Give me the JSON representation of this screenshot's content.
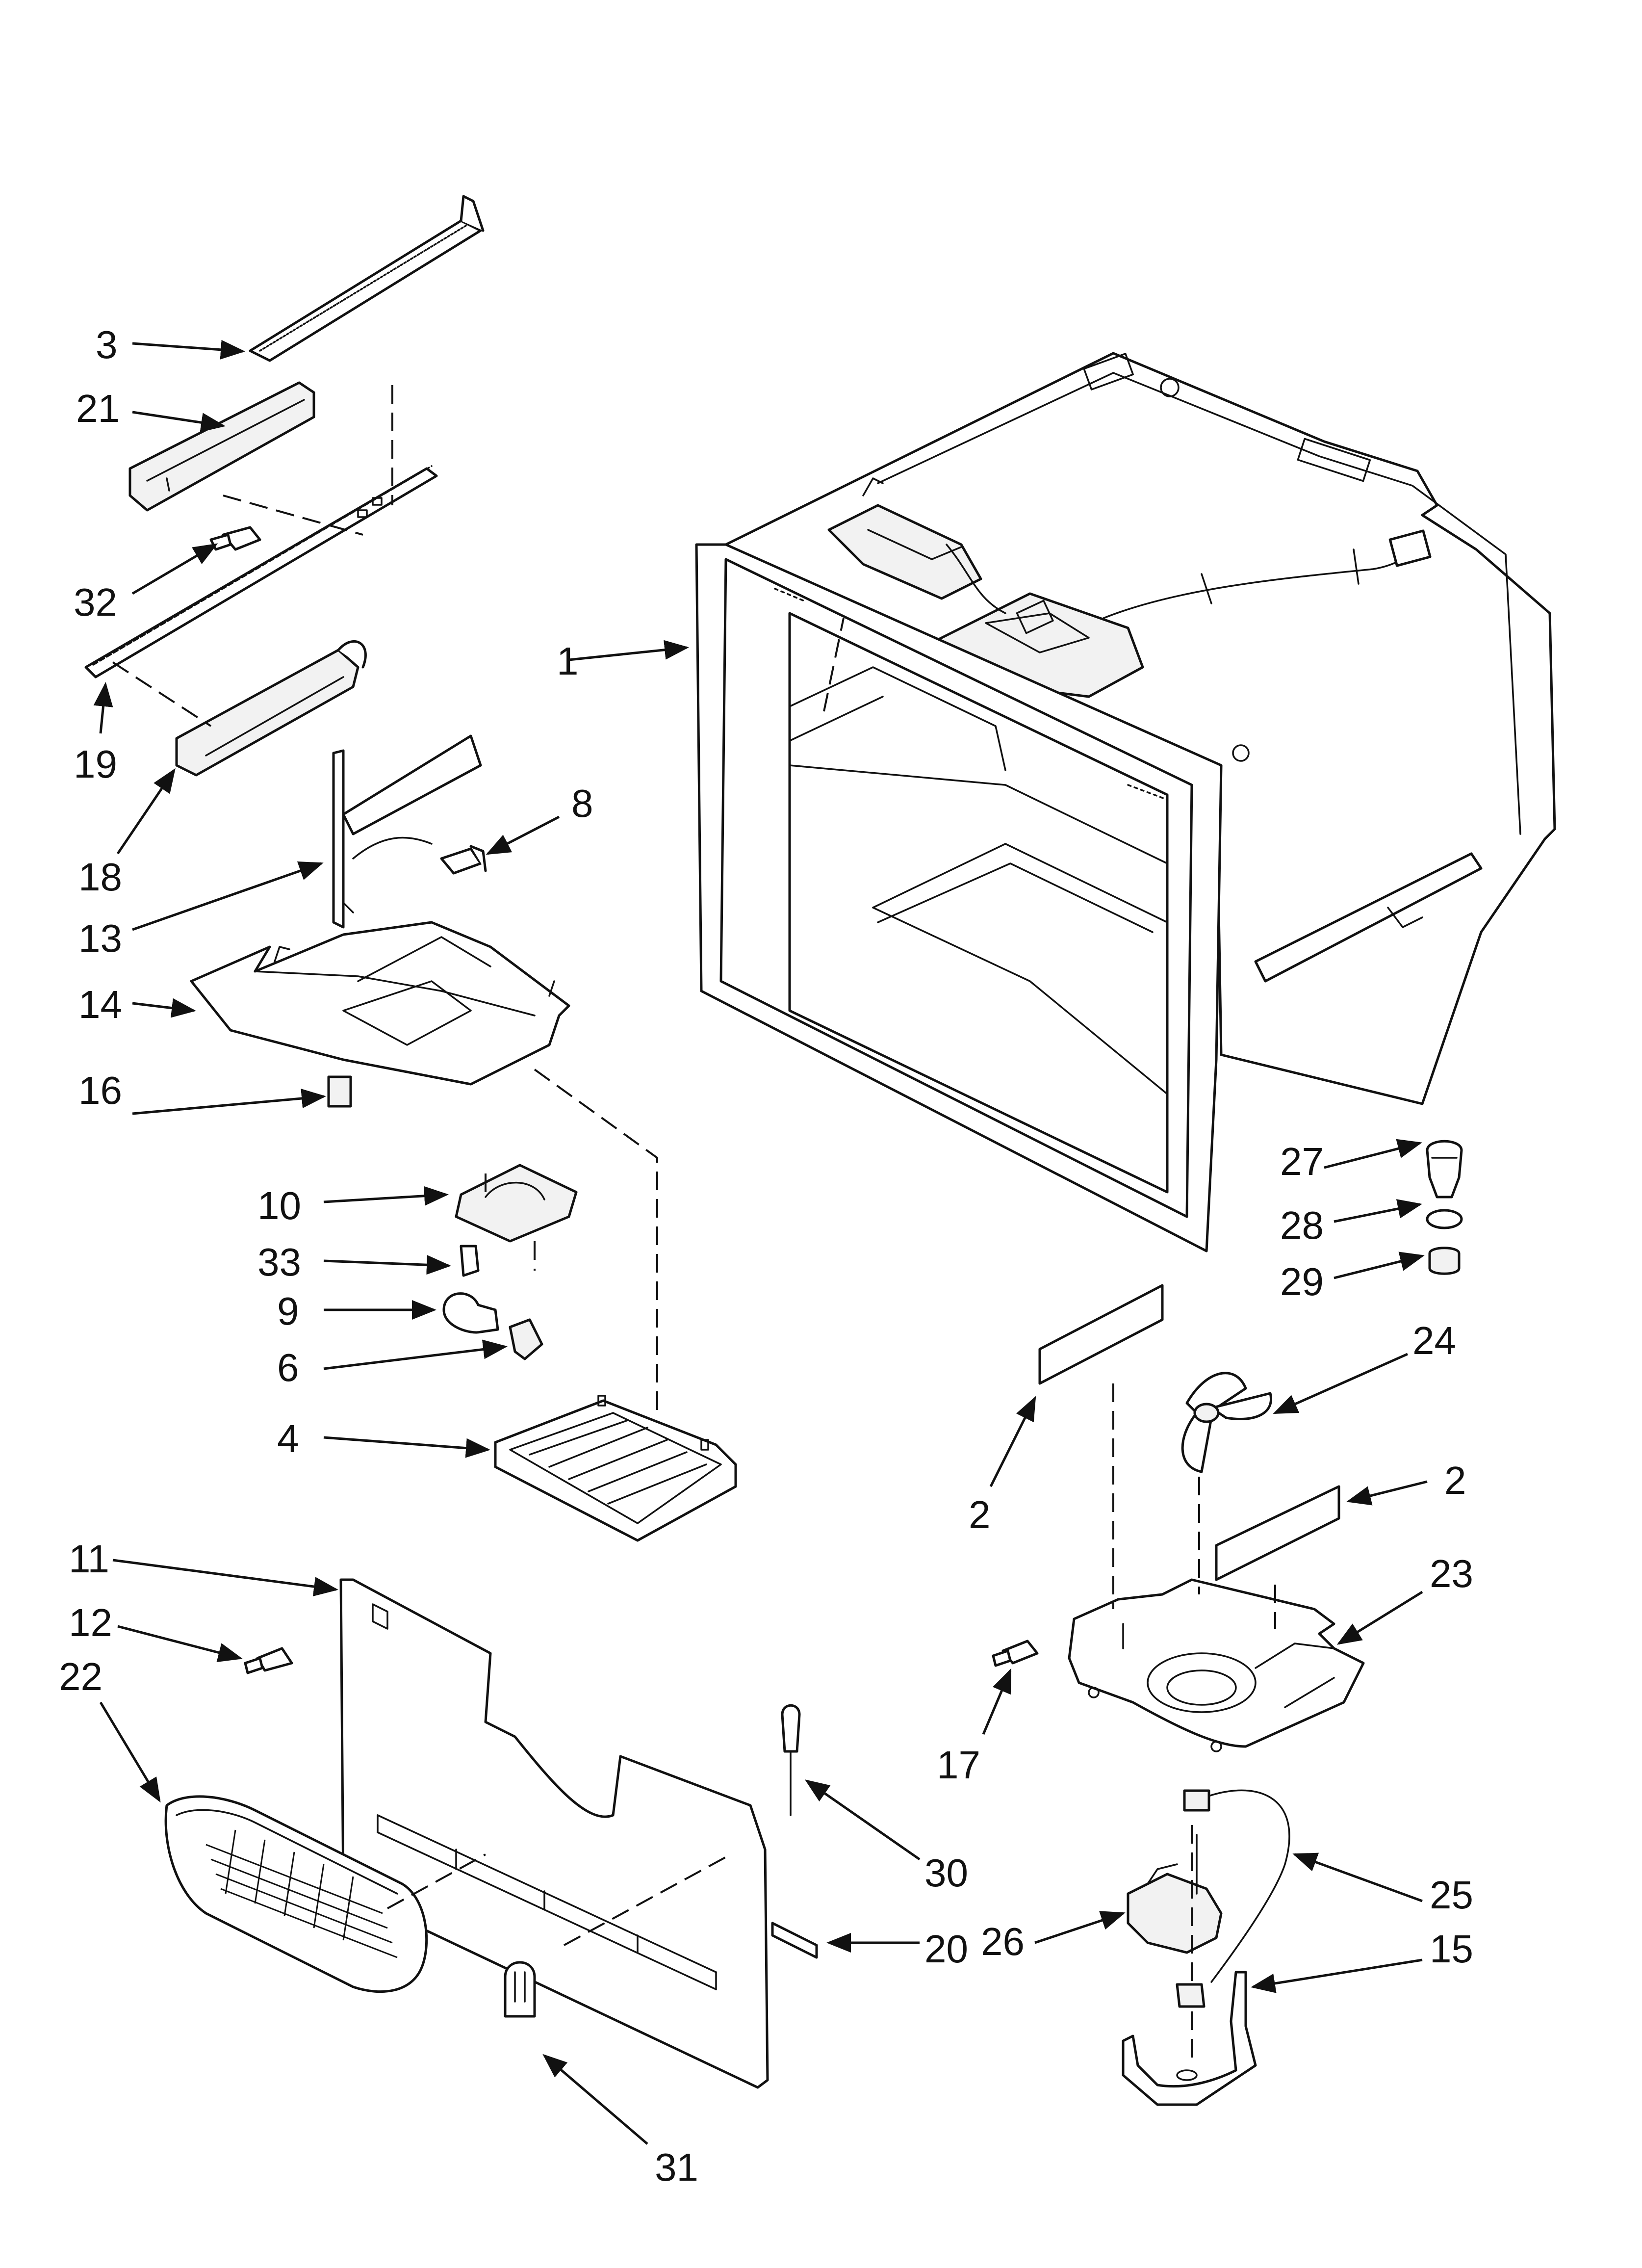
{
  "callouts": [
    {
      "id": "c1",
      "text": "1"
    },
    {
      "id": "c2a",
      "text": "2"
    },
    {
      "id": "c2b",
      "text": "2"
    },
    {
      "id": "c3",
      "text": "3"
    },
    {
      "id": "c4",
      "text": "4"
    },
    {
      "id": "c6",
      "text": "6"
    },
    {
      "id": "c8",
      "text": "8"
    },
    {
      "id": "c9",
      "text": "9"
    },
    {
      "id": "c10",
      "text": "10"
    },
    {
      "id": "c11",
      "text": "11"
    },
    {
      "id": "c12",
      "text": "12"
    },
    {
      "id": "c13",
      "text": "13"
    },
    {
      "id": "c14",
      "text": "14"
    },
    {
      "id": "c15",
      "text": "15"
    },
    {
      "id": "c16",
      "text": "16"
    },
    {
      "id": "c17",
      "text": "17"
    },
    {
      "id": "c18",
      "text": "18"
    },
    {
      "id": "c19",
      "text": "19"
    },
    {
      "id": "c20",
      "text": "20"
    },
    {
      "id": "c21",
      "text": "21"
    },
    {
      "id": "c22",
      "text": "22"
    },
    {
      "id": "c23",
      "text": "23"
    },
    {
      "id": "c24",
      "text": "24"
    },
    {
      "id": "c25",
      "text": "25"
    },
    {
      "id": "c26",
      "text": "26"
    },
    {
      "id": "c27",
      "text": "27"
    },
    {
      "id": "c28",
      "text": "28"
    },
    {
      "id": "c29",
      "text": "29"
    },
    {
      "id": "c30",
      "text": "30"
    },
    {
      "id": "c31",
      "text": "31"
    },
    {
      "id": "c32",
      "text": "32"
    },
    {
      "id": "c33",
      "text": "33"
    }
  ]
}
